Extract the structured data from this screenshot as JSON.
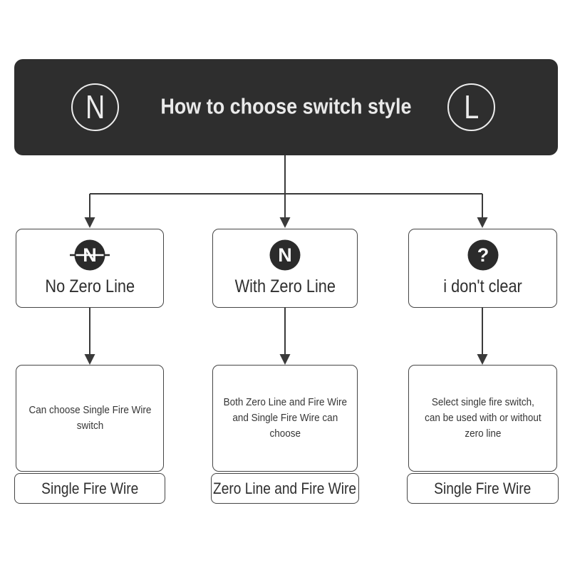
{
  "header": {
    "title": "How to choose switch style",
    "left_badge": "N",
    "right_badge": "L"
  },
  "colors": {
    "banner_bg": "#2e2e2e",
    "banner_text": "#e9e9e9",
    "box_border": "#454545",
    "body_text": "#333333",
    "connector_line": "#3a3a3a",
    "icon_circle_fill": "#2b2b2b",
    "icon_glyph_color": "#ffffff"
  },
  "branches": [
    {
      "label": "No Zero Line",
      "icon": "no-neutral-wire-icon",
      "icon_glyph": "N",
      "description_lines": [
        "Can choose Single Fire Wire",
        "switch",
        ""
      ],
      "result": "Single Fire Wire"
    },
    {
      "label": "With Zero Line",
      "icon": "neutral-wire-icon",
      "icon_glyph": "N",
      "description_lines": [
        "Both Zero Line and Fire Wire",
        "and Single Fire Wire can",
        "choose"
      ],
      "result": "Zero Line and Fire Wire"
    },
    {
      "label": "i don't clear",
      "icon": "question-mark-icon",
      "icon_glyph": "?",
      "description_lines": [
        "Select single fire switch,",
        "can be used with or without",
        "zero line"
      ],
      "result": "Single Fire Wire"
    }
  ]
}
